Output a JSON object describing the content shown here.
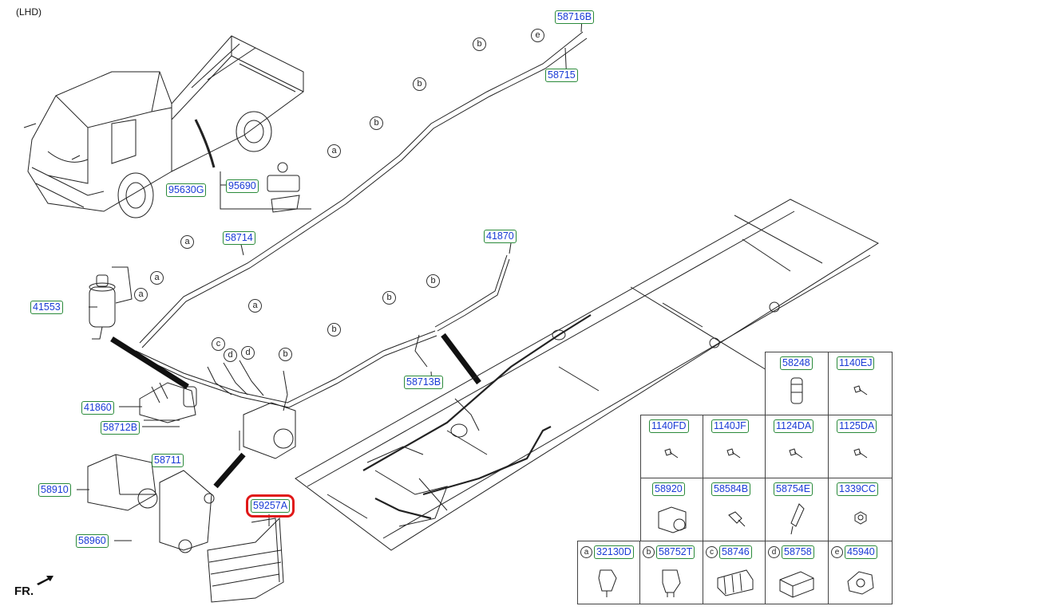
{
  "header": {
    "variant": "(LHD)",
    "front": "FR."
  },
  "parts": {
    "p58716B": "58716B",
    "p58715": "58715",
    "p95630G": "95630G",
    "p95690": "95690",
    "p58714": "58714",
    "p41870": "41870",
    "p41553": "41553",
    "p41860": "41860",
    "p58712B": "58712B",
    "p58713B": "58713B",
    "p58711": "58711",
    "p58910": "58910",
    "p59257A": "59257A",
    "p58960": "58960"
  },
  "callouts": {
    "a": "a",
    "b": "b",
    "c": "c",
    "d": "d",
    "e": "e"
  },
  "table": {
    "row1": [
      "58248",
      "1140EJ"
    ],
    "row2": [
      "1140FD",
      "1140JF",
      "1124DA",
      "1125DA"
    ],
    "row3": [
      "58920",
      "58584B",
      "58754E",
      "1339CC"
    ],
    "row4": [
      {
        "letter": "a",
        "part": "32130D"
      },
      {
        "letter": "b",
        "part": "58752T"
      },
      {
        "letter": "c",
        "part": "58746"
      },
      {
        "letter": "d",
        "part": "58758"
      },
      {
        "letter": "e",
        "part": "45940"
      }
    ]
  },
  "highlight": {
    "part": "59257A",
    "color": "#e01818"
  }
}
